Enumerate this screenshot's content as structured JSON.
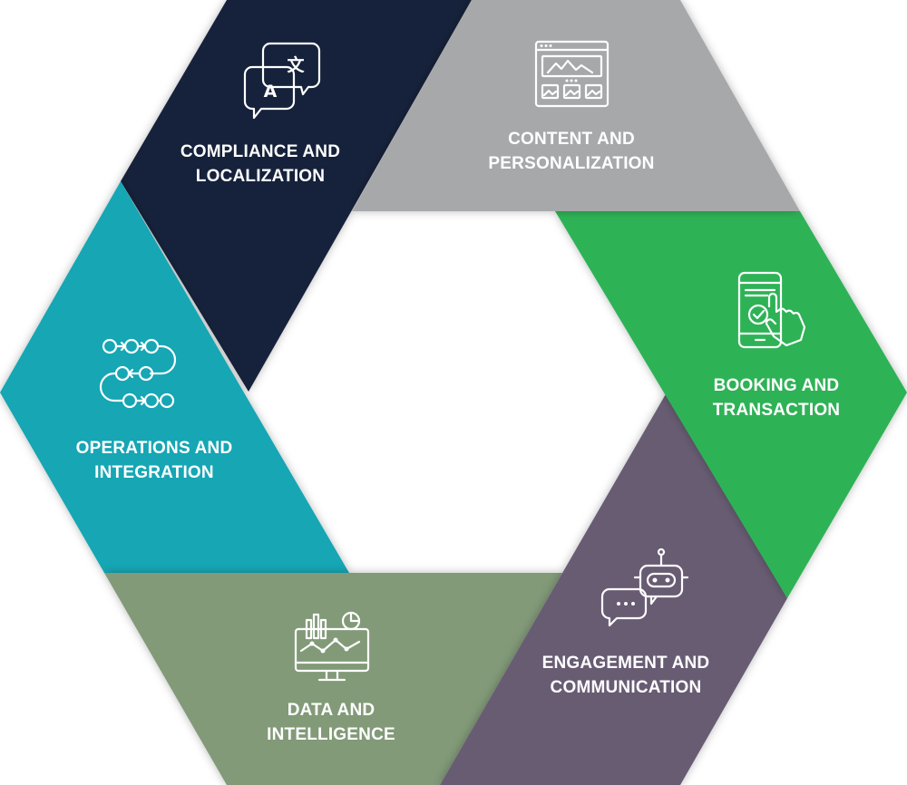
{
  "segments": {
    "compliance": {
      "line1": "COMPLIANCE AND",
      "line2": "LOCALIZATION",
      "color": "#18233a",
      "icon": "translation-icon",
      "glyph_a": "A",
      "glyph_b": "文"
    },
    "content": {
      "line1": "CONTENT AND",
      "line2": "PERSONALIZATION",
      "color": "#a7a8aa",
      "icon": "web-layout-icon"
    },
    "booking": {
      "line1": "BOOKING AND",
      "line2": "TRANSACTION",
      "color": "#2db256",
      "icon": "mobile-tap-icon"
    },
    "engagement": {
      "line1": "ENGAGEMENT AND",
      "line2": "COMMUNICATION",
      "color": "#675c73",
      "icon": "chatbot-icon"
    },
    "data": {
      "line1": "DATA AND",
      "line2": "INTELLIGENCE",
      "color": "#829a78",
      "icon": "analytics-monitor-icon"
    },
    "operations": {
      "line1": "OPERATIONS AND",
      "line2": "INTEGRATION",
      "color": "#17a6b4",
      "icon": "workflow-icon"
    }
  }
}
